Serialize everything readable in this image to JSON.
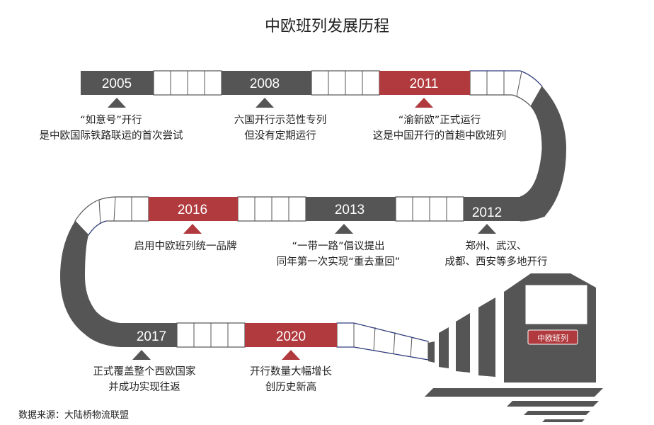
{
  "title": "中欧班列发展历程",
  "source": "数据来源：大陆桥物流联盟",
  "train_badge": "中欧班列",
  "colors": {
    "gray": "#555555",
    "red": "#b03a3e",
    "track_outline": "#2b3a8a"
  },
  "milestones": [
    {
      "year": "2005",
      "color": "gray",
      "lines": [
        "“如意号”开行",
        "是中欧国际铁路联运的首次尝试"
      ]
    },
    {
      "year": "2008",
      "color": "gray",
      "lines": [
        "六国开行示范性专列",
        "但没有定期运行"
      ]
    },
    {
      "year": "2011",
      "color": "red",
      "lines": [
        "“渝新欧”正式运行",
        "这是中国开行的首趟中欧班列"
      ]
    },
    {
      "year": "2012",
      "color": "gray",
      "lines": [
        "郑州、武汉、",
        "成都、西安等多地开行"
      ]
    },
    {
      "year": "2013",
      "color": "gray",
      "lines": [
        "“一带一路”倡议提出",
        "同年第一次实现“重去重回”"
      ]
    },
    {
      "year": "2016",
      "color": "red",
      "lines": [
        "启用中欧班列统一品牌"
      ]
    },
    {
      "year": "2017",
      "color": "gray",
      "lines": [
        "正式覆盖整个西欧国家",
        "并成功实现往返"
      ]
    },
    {
      "year": "2020",
      "color": "red",
      "lines": [
        "开行数量大幅增长",
        "创历史新高"
      ]
    }
  ]
}
